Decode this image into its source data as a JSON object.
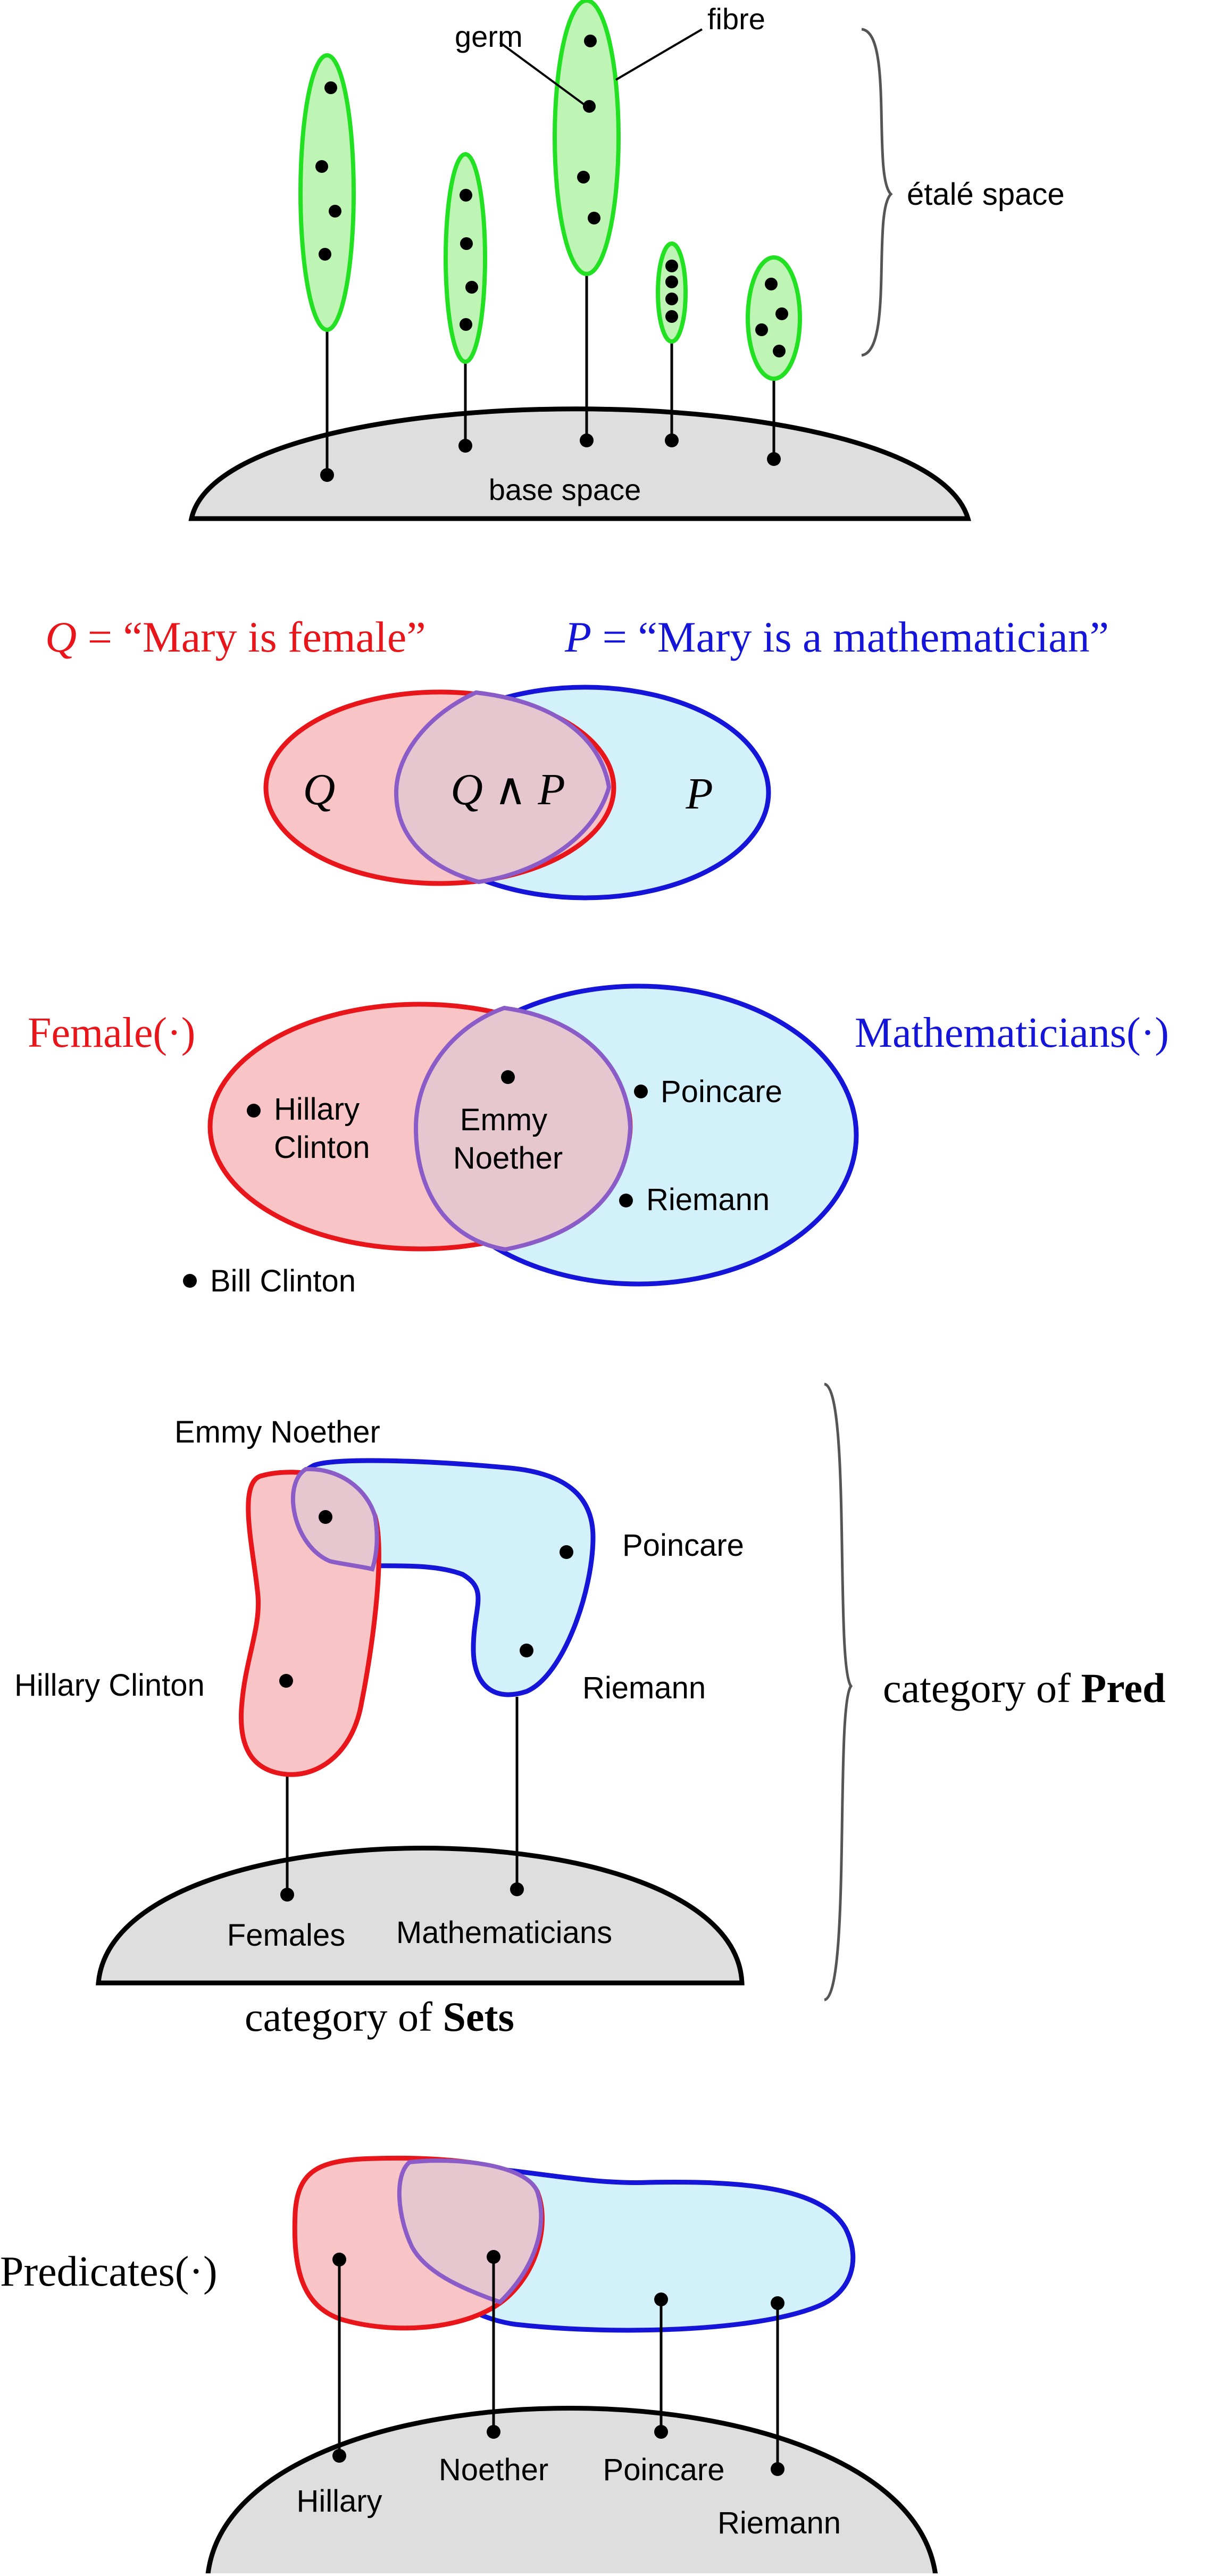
{
  "colors": {
    "red": "#e8161b",
    "blue": "#1515d9",
    "green": "#22e022",
    "green_fill": "#bff5b4",
    "red_fill": "#f9c4c6",
    "blue_fill": "#d3f1fa",
    "overlap_fill": "#e6c6cf",
    "overlap_stroke": "#8a5cc8",
    "base_fill": "#dedede",
    "ink": "#000000",
    "brace": "#555555"
  },
  "etale": {
    "germ": "germ",
    "fibre": "fibre",
    "etale_space": "étalé space",
    "base_space": "base space"
  },
  "logic": {
    "q_def_lhs": "Q",
    "q_def_rhs": " = “Mary is female”",
    "p_def_lhs": "P",
    "p_def_rhs": " = “Mary is a mathematician”",
    "q_label": "Q",
    "qp_q": "Q",
    "qp_and": " ∧ ",
    "qp_p": "P",
    "p_label": "P"
  },
  "venn": {
    "female": "Female(·)",
    "mathematicians": "Mathematicians(·)",
    "hillary_line1": "Hillary",
    "hillary_line2": "Clinton",
    "emmy_line1": "Emmy",
    "emmy_line2": "Noether",
    "poincare": "Poincare",
    "riemann": "Riemann",
    "bill": "Bill Clinton"
  },
  "pred": {
    "emmy": "Emmy Noether",
    "poincare": "Poincare",
    "hillary": "Hillary Clinton",
    "riemann": "Riemann",
    "females": "Females",
    "mathematicians": "Mathematicians",
    "category_of": "category of ",
    "pred_bold": "Pred",
    "sets_bold": "Sets"
  },
  "predicates": {
    "label": "Predicates(·)",
    "hillary": "Hillary",
    "noether": "Noether",
    "poincare": "Poincare",
    "riemann": "Riemann"
  }
}
